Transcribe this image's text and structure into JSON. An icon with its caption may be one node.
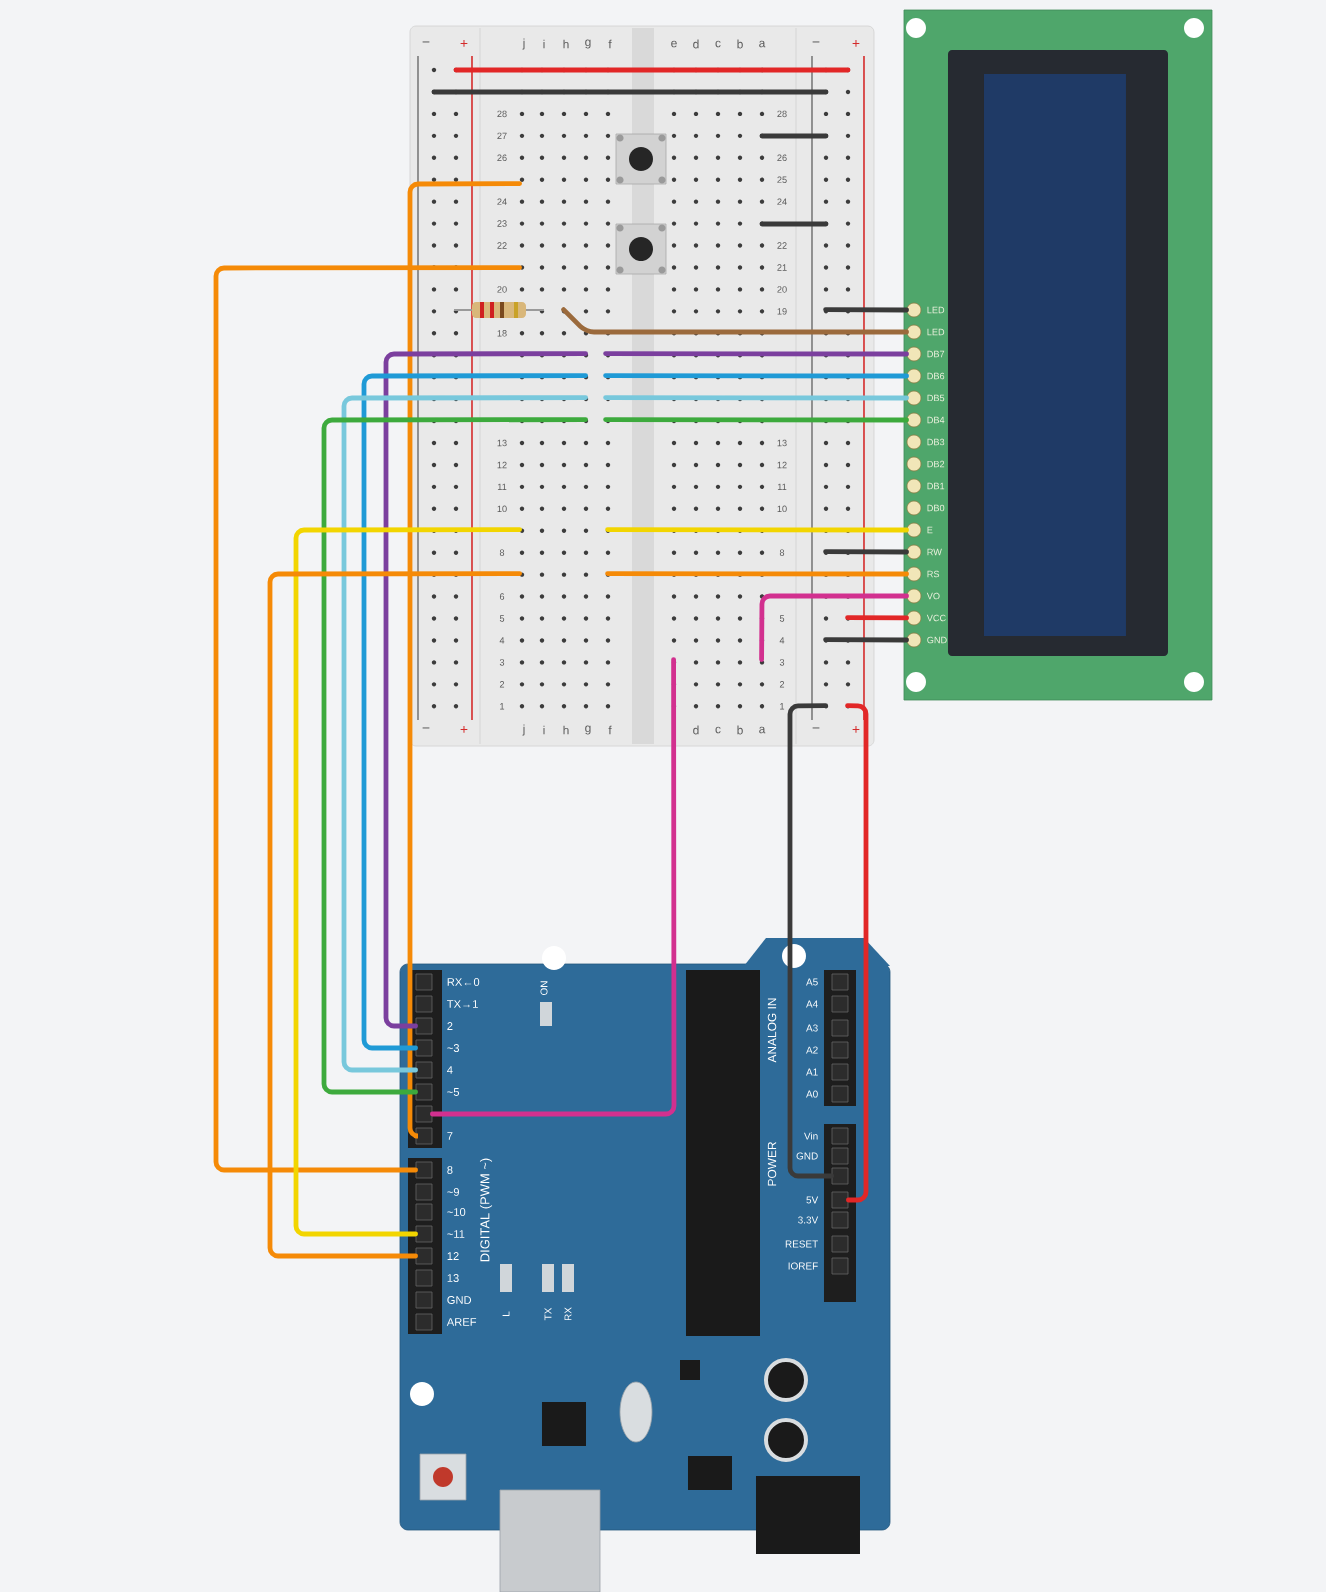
{
  "diagram": {
    "nodes": [
      {
        "text": [],
        "shape": "box"
      },
      {
        "text": [],
        "shape": "box"
      },
      {
        "text": [
          "LED"
        ],
        "in": 1
      },
      {
        "text": [
          "LED"
        ],
        "in": 1
      },
      {
        "text": [
          "DB7"
        ],
        "in": 1
      },
      {
        "text": [
          "DB6"
        ],
        "in": 1
      },
      {
        "text": [
          "DB5"
        ],
        "in": 1
      },
      {
        "text": [
          "DB4"
        ],
        "in": 1
      },
      {
        "text": [
          "DB3"
        ],
        "in": 1
      },
      {
        "text": [
          "DB2"
        ],
        "in": 1
      },
      {
        "text": [
          "DB1"
        ],
        "in": 1
      },
      {
        "text": [
          "DB0"
        ],
        "in": 1
      },
      {
        "text": [
          "E"
        ],
        "in": 1
      },
      {
        "text": [
          "RW"
        ],
        "in": 1
      },
      {
        "text": [
          "RS"
        ],
        "in": 1
      },
      {
        "text": [
          "VO"
        ],
        "in": 1
      },
      {
        "text": [
          "VCC"
        ],
        "in": 1
      },
      {
        "text": [
          "GND"
        ],
        "in": 1
      },
      {
        "text": [],
        "shape": "box"
      },
      {
        "text": [
          "RX←0"
        ],
        "in": 18
      },
      {
        "text": [
          "TX→1"
        ],
        "in": 18
      },
      {
        "text": [
          "2"
        ],
        "in": 18
      },
      {
        "text": [
          "~3"
        ],
        "in": 18
      },
      {
        "text": [
          "4"
        ],
        "in": 18
      },
      {
        "text": [
          "~5"
        ],
        "in": 18
      },
      {
        "text": [],
        "shape": "box",
        "in": 18
      },
      {
        "text": [
          "7"
        ],
        "in": 18
      },
      {
        "text": [
          "8"
        ],
        "in": 18
      },
      {
        "text": [
          "~9"
        ],
        "in": 18
      },
      {
        "text": [
          "~10"
        ],
        "in": 18
      },
      {
        "text": [
          "~11"
        ],
        "in": 18
      },
      {
        "text": [
          "12"
        ],
        "in": 18
      },
      {
        "text": [
          "13"
        ],
        "in": 18
      },
      {
        "text": [
          "GND"
        ],
        "in": 18
      },
      {
        "text": [
          "AREF"
        ],
        "in": 18
      },
      {
        "text": [
          "A5"
        ],
        "in": 18
      },
      {
        "text": [
          "A4"
        ],
        "in": 18
      },
      {
        "text": [
          "A3"
        ],
        "in": 18
      },
      {
        "text": [
          "A2"
        ],
        "in": 18
      },
      {
        "text": [
          "A1"
        ],
        "in": 18
      },
      {
        "text": [
          "A0"
        ],
        "in": 18
      },
      {
        "text": [
          "Vin"
        ],
        "in": 18
      },
      {
        "text": [
          "GND"
        ],
        "in": 18
      },
      {
        "text": [],
        "shape": "box",
        "in": 18
      },
      {
        "text": [
          "5V"
        ],
        "in": 18
      },
      {
        "text": [
          "3.3V"
        ],
        "in": 18
      },
      {
        "text": [
          "RESET"
        ],
        "in": 18
      },
      {
        "text": [
          "IOREF"
        ],
        "in": 18
      }
    ],
    "edges": [
      {
        "from": 26,
        "to": 0,
        "arrow": "none",
        "color": "#f58a07"
      },
      {
        "from": 27,
        "to": 0,
        "arrow": "none",
        "color": "#f58a07"
      },
      {
        "from": 0,
        "to": 3,
        "arrow": "none",
        "color": "#9b6a3c"
      },
      {
        "from": 0,
        "to": 2,
        "arrow": "none",
        "color": "#3a3a3a"
      },
      {
        "from": 21,
        "to": 0,
        "arrow": "none",
        "color": "#7b3f9e"
      },
      {
        "from": 0,
        "to": 4,
        "arrow": "none",
        "color": "#7b3f9e"
      },
      {
        "from": 22,
        "to": 0,
        "arrow": "none",
        "color": "#1f9ad6"
      },
      {
        "from": 0,
        "to": 5,
        "arrow": "none",
        "color": "#1f9ad6"
      },
      {
        "from": 23,
        "to": 0,
        "arrow": "none",
        "color": "#78c8dc"
      },
      {
        "from": 0,
        "to": 6,
        "arrow": "none",
        "color": "#78c8dc"
      },
      {
        "from": 24,
        "to": 0,
        "arrow": "none",
        "color": "#3daa3d"
      },
      {
        "from": 0,
        "to": 7,
        "arrow": "none",
        "color": "#3daa3d"
      },
      {
        "from": 30,
        "to": 0,
        "arrow": "none",
        "color": "#f2d500"
      },
      {
        "from": 0,
        "to": 12,
        "arrow": "none",
        "color": "#f2d500"
      },
      {
        "from": 0,
        "to": 13,
        "arrow": "none",
        "color": "#3a3a3a"
      },
      {
        "from": 31,
        "to": 0,
        "arrow": "none",
        "color": "#f58a07"
      },
      {
        "from": 0,
        "to": 14,
        "arrow": "none",
        "color": "#f58a07"
      },
      {
        "from": 25,
        "to": 0,
        "arrow": "none",
        "color": "#d2308f"
      },
      {
        "from": 0,
        "to": 15,
        "arrow": "none",
        "color": "#d2308f"
      },
      {
        "from": 0,
        "to": 16,
        "arrow": "none",
        "color": "#e22727"
      },
      {
        "from": 0,
        "to": 17,
        "arrow": "none",
        "color": "#3a3a3a"
      },
      {
        "from": 0,
        "to": 43,
        "arrow": "none",
        "color": "#3a3a3a"
      },
      {
        "from": 0,
        "to": 44,
        "arrow": "none",
        "color": "#e22727"
      }
    ],
    "labels": [
      "−",
      "+",
      "j",
      "i",
      "h",
      "g",
      "f",
      "e",
      "d",
      "c",
      "b",
      "a",
      "−",
      "+",
      "28",
      "27",
      "26",
      "24",
      "23",
      "22",
      "20",
      "18",
      "13",
      "12",
      "11",
      "10",
      "8",
      "6",
      "5",
      "4",
      "3",
      "2",
      "1",
      "28",
      "26",
      "25",
      "24",
      "22",
      "21",
      "20",
      "19",
      "13",
      "12",
      "11",
      "10",
      "8",
      "5",
      "4",
      "3",
      "2",
      "1",
      "−",
      "+",
      "j",
      "i",
      "h",
      "g",
      "f",
      "d",
      "c",
      "b",
      "a",
      "−",
      "+",
      "ON",
      "DIGITAL (PWM ~)",
      "ANALOG IN",
      "POWER",
      "L",
      "TX",
      "RX"
    ]
  }
}
